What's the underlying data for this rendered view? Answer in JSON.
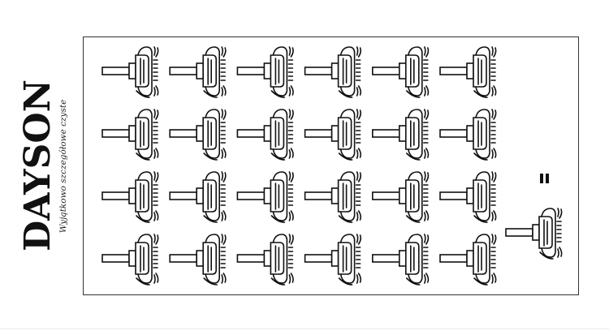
{
  "brand": {
    "title": "DAYSON",
    "tagline": "Wyjątkowo szczegółowe czyste"
  },
  "grid": {
    "rows": 4,
    "columns": 6
  },
  "icons": {
    "item": "broom-brush-icon",
    "equals": "equals-icon"
  },
  "colors": {
    "stroke": "#111111",
    "border": "#333333",
    "background": "#ffffff"
  }
}
